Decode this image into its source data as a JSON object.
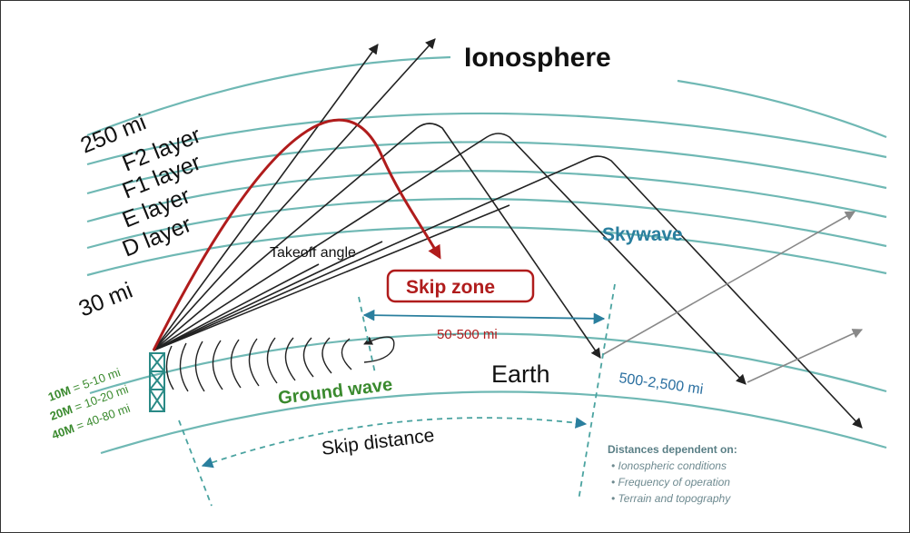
{
  "title": "Ionosphere",
  "altitudes": {
    "top": "250 mi",
    "bottom": "30 mi"
  },
  "layers": [
    "F2 layer",
    "F1 layer",
    "E layer",
    "D layer"
  ],
  "labels": {
    "takeoff_angle": "Takeoff angle",
    "skip_zone": "Skip zone",
    "skip_zone_range": "50-500 mi",
    "skywave": "Skywave",
    "skywave_range": "500-2,500 mi",
    "earth": "Earth",
    "ground_wave": "Ground wave",
    "skip_distance": "Skip distance"
  },
  "ground_wave_bands": [
    {
      "band": "10M",
      "range": " = 5-10 mi"
    },
    {
      "band": "20M",
      "range": " = 10-20 mi"
    },
    {
      "band": "40M",
      "range": " = 40-80 mi"
    }
  ],
  "note": {
    "heading": "Distances dependent on:",
    "items": [
      "Ionospheric conditions",
      "Frequency of operation",
      "Terrain and topography"
    ]
  },
  "colors": {
    "layer_lines": "#6fb8b4",
    "rays": "#222222",
    "skip_ray": "#b01c1c",
    "skywave_out": "#888888",
    "ground_wave_green": "#3a8a2e",
    "skywave_blue": "#2a7f9e"
  }
}
